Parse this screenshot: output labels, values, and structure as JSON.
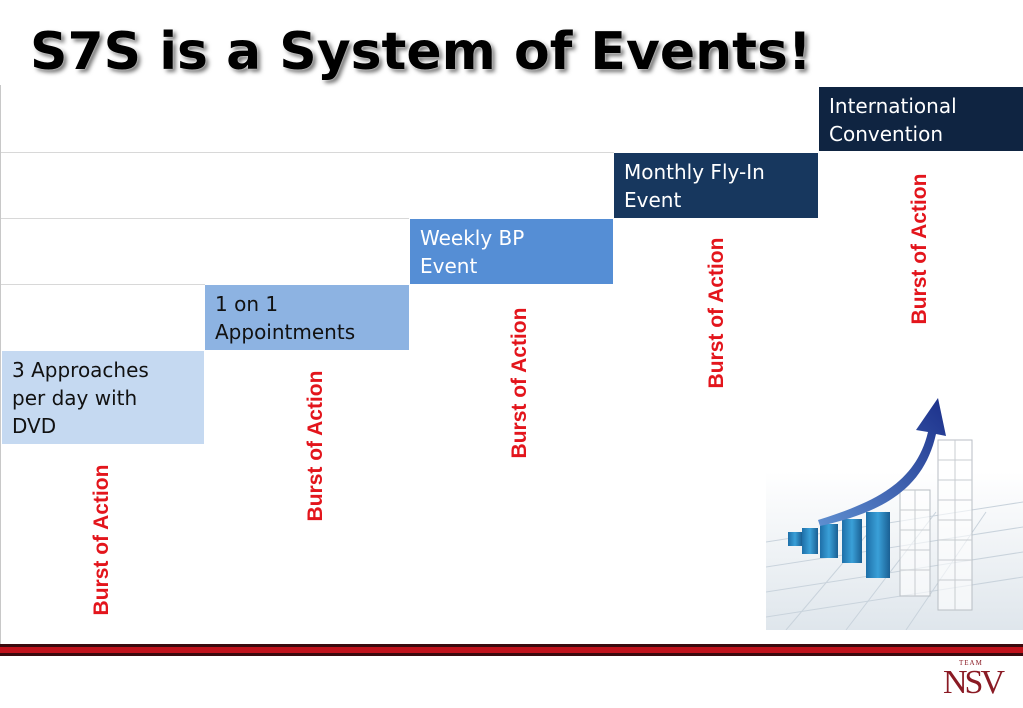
{
  "title": "S7S is a System of Events!",
  "steps": [
    {
      "line1": "3 Approaches",
      "line2": "per day with",
      "line3": "DVD",
      "color": "#c5d9f1"
    },
    {
      "line1": "1 on 1",
      "line2": "Appointments",
      "color": "#8db3e2"
    },
    {
      "line1": "Weekly BP",
      "line2": "Event",
      "color": "#558ed5"
    },
    {
      "line1": "Monthly Fly-In",
      "line2": "Event",
      "color": "#17375e"
    },
    {
      "line1": "International",
      "line2": "Convention",
      "color": "#0f2441"
    }
  ],
  "burst_label": "Burst of Action",
  "burst_color": "#e3151c",
  "logo": {
    "small": "TEAM",
    "main": "NSV",
    "color": "#8a1a24"
  },
  "image": {
    "name": "growth-bar-chart-with-arrow-icon"
  }
}
